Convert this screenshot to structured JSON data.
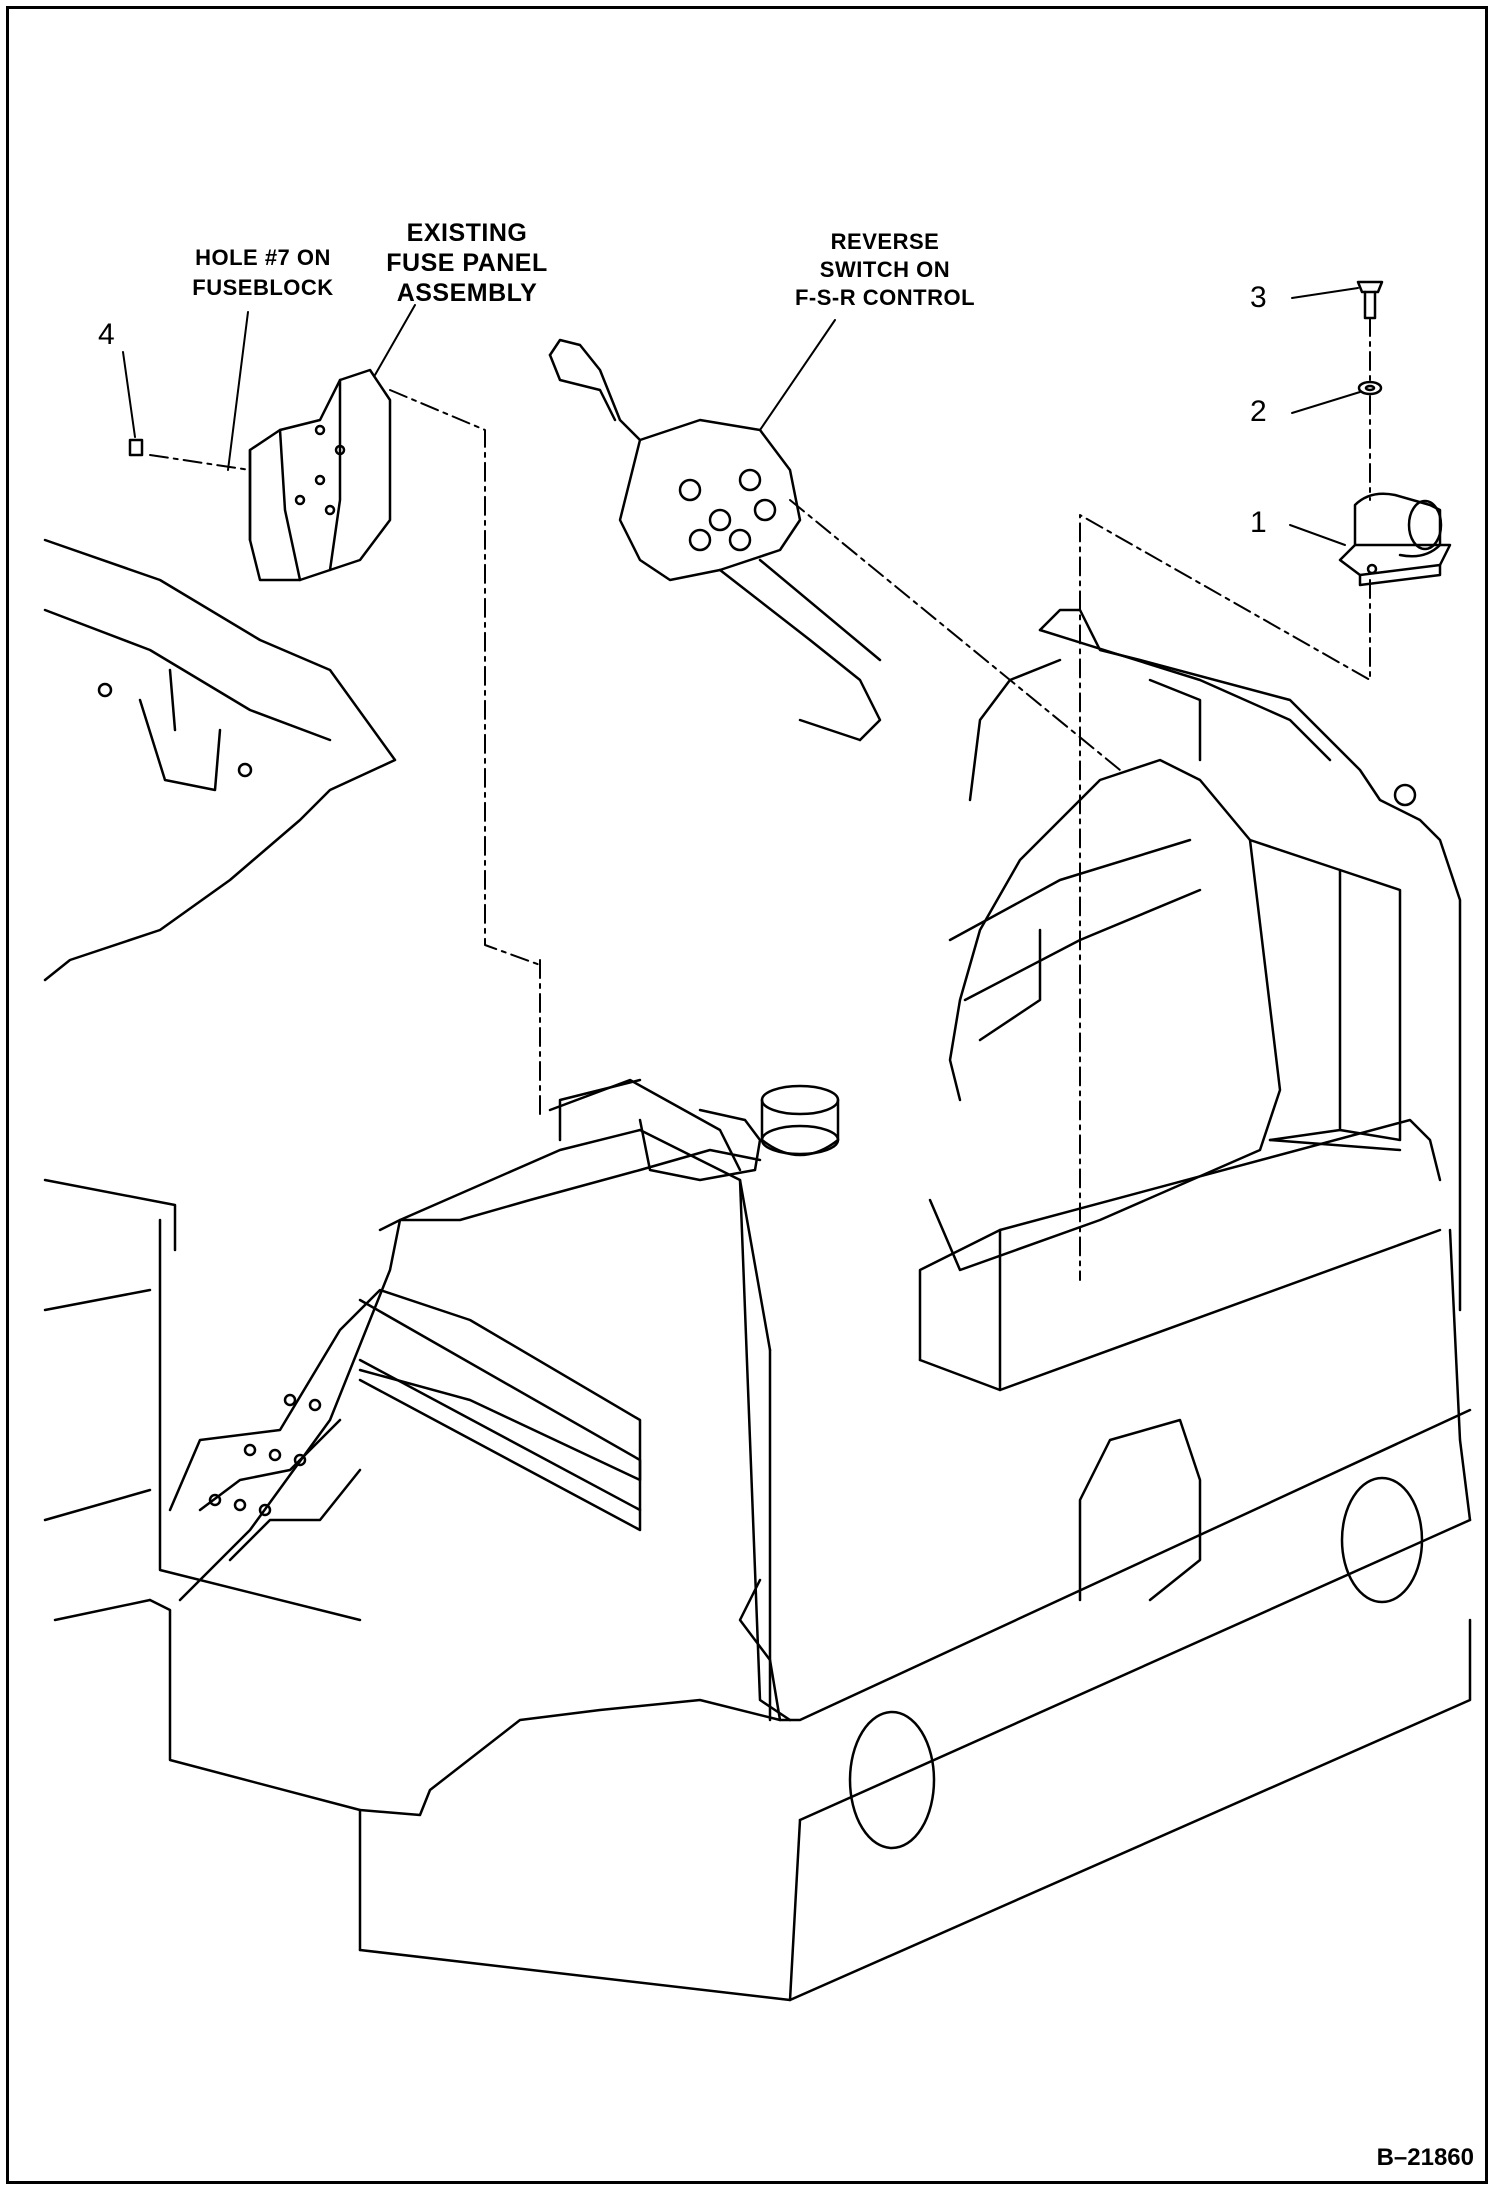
{
  "labels": {
    "hole7": [
      "HOLE #7 ON",
      "FUSEBLOCK"
    ],
    "fuse_panel": [
      "EXISTING",
      "FUSE PANEL",
      "ASSEMBLY"
    ],
    "reverse_switch": [
      "REVERSE",
      "SWITCH ON",
      "F-S-R CONTROL"
    ]
  },
  "callouts": {
    "c1": "1",
    "c2": "2",
    "c3": "3",
    "c4": "4"
  },
  "sheet_number": "B–21860",
  "colors": {
    "ink": "#000000",
    "paper": "#ffffff"
  }
}
